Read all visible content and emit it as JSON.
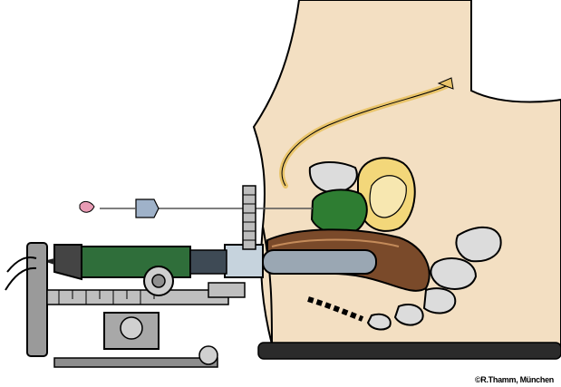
{
  "credit": "©R.Thamm, München",
  "colors": {
    "skin": "#f3dfc2",
    "tissue": "#e9c9a1",
    "prostate": "#2e7d32",
    "seminal_vesicle": "#f3d77a",
    "urethra": "#e9c46a",
    "rectum": "#7a4a2a",
    "bone": "#dcdcdc",
    "probe": "#9aa7b3",
    "probe_body": "#2f6e3a",
    "table": "#2b2b2b",
    "stand": "#9a9a9a",
    "needle_tip": "#e89bb4"
  },
  "icons": [
    "needle",
    "ultrasound-probe",
    "stepper-stand",
    "patient-table"
  ]
}
